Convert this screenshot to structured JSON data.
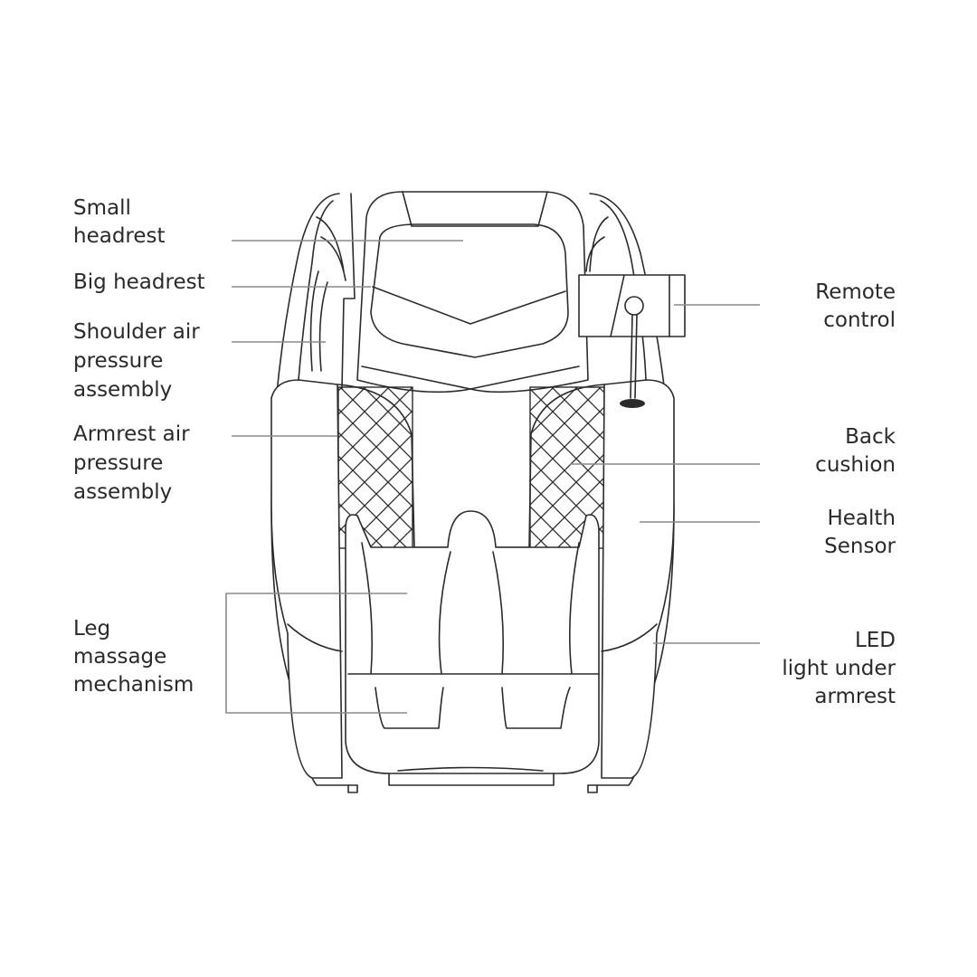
{
  "title": "Massage chair parts diagram",
  "labels_left": [
    {
      "id": "small-headrest",
      "lines": [
        "Small",
        "headrest"
      ]
    },
    {
      "id": "big-headrest",
      "lines": [
        "Big headrest"
      ]
    },
    {
      "id": "shoulder-air",
      "lines": [
        "Shoulder air",
        "pressure",
        "assembly"
      ]
    },
    {
      "id": "armrest-air",
      "lines": [
        "Armrest air",
        "pressure",
        "assembly"
      ]
    },
    {
      "id": "leg-massage",
      "lines": [
        "Leg",
        "massage",
        "mechanism"
      ]
    }
  ],
  "labels_right": [
    {
      "id": "remote-control",
      "lines": [
        "Remote",
        "control"
      ]
    },
    {
      "id": "back-cushion",
      "lines": [
        "Back",
        "cushion"
      ]
    },
    {
      "id": "health-sensor",
      "lines": [
        "Health",
        "Sensor"
      ]
    },
    {
      "id": "led-light",
      "lines": [
        "LED",
        "light under",
        "armrest"
      ]
    }
  ],
  "colors": {
    "text": "#2a2a2a",
    "line": "#2b2b2b",
    "leader": "#8a8a8a"
  }
}
